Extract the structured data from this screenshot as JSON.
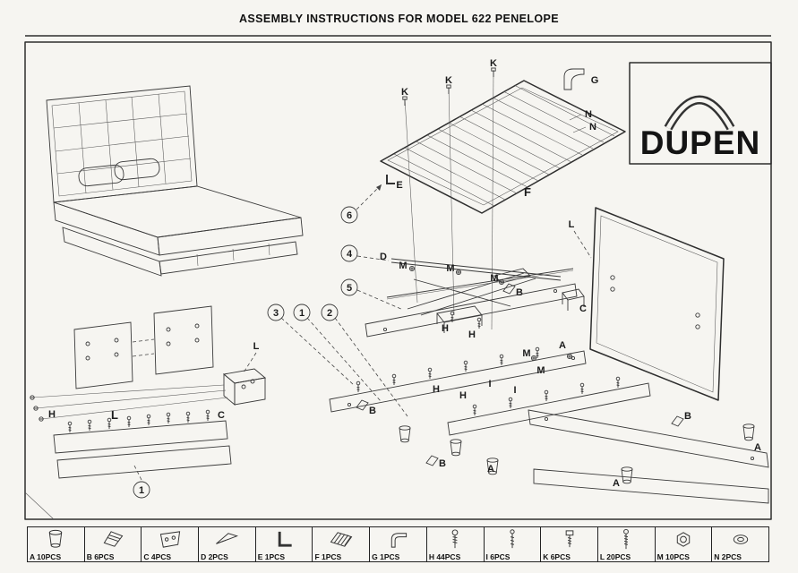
{
  "page": {
    "title": "ASSEMBLY INSTRUCTIONS FOR MODEL 622 PENELOPE",
    "brand": "DUPEN"
  },
  "letters": {
    "A": "A",
    "B": "B",
    "C": "C",
    "D": "D",
    "E": "E",
    "F": "F",
    "G": "G",
    "H": "H",
    "I": "I",
    "K": "K",
    "L": "L",
    "M": "M",
    "N": "N"
  },
  "callouts": {
    "1": "1",
    "2": "2",
    "3": "3",
    "4": "4",
    "5": "5",
    "6": "6"
  },
  "parts": [
    {
      "id": "A",
      "label": "A 10PCS",
      "icon": "bed-leg"
    },
    {
      "id": "B",
      "label": "B 6PCS",
      "icon": "corner-wedge"
    },
    {
      "id": "C",
      "label": "C 4PCS",
      "icon": "flat-bracket"
    },
    {
      "id": "D",
      "label": "D 2PCS",
      "icon": "angle-bracket"
    },
    {
      "id": "E",
      "label": "E 1PCS",
      "icon": "allen-key"
    },
    {
      "id": "F",
      "label": "F 1PCS",
      "icon": "slat-mat"
    },
    {
      "id": "G",
      "label": "G 1PCS",
      "icon": "support-bracket"
    },
    {
      "id": "H",
      "label": "H 44PCS",
      "icon": "screw"
    },
    {
      "id": "I",
      "label": "I 6PCS",
      "icon": "machine-screw"
    },
    {
      "id": "K",
      "label": "K 6PCS",
      "icon": "bolt"
    },
    {
      "id": "L",
      "label": "L 20PCS",
      "icon": "wood-screw"
    },
    {
      "id": "M",
      "label": "M 10PCS",
      "icon": "hex-nut"
    },
    {
      "id": "N",
      "label": "N 2PCS",
      "icon": "lock-nut"
    }
  ]
}
